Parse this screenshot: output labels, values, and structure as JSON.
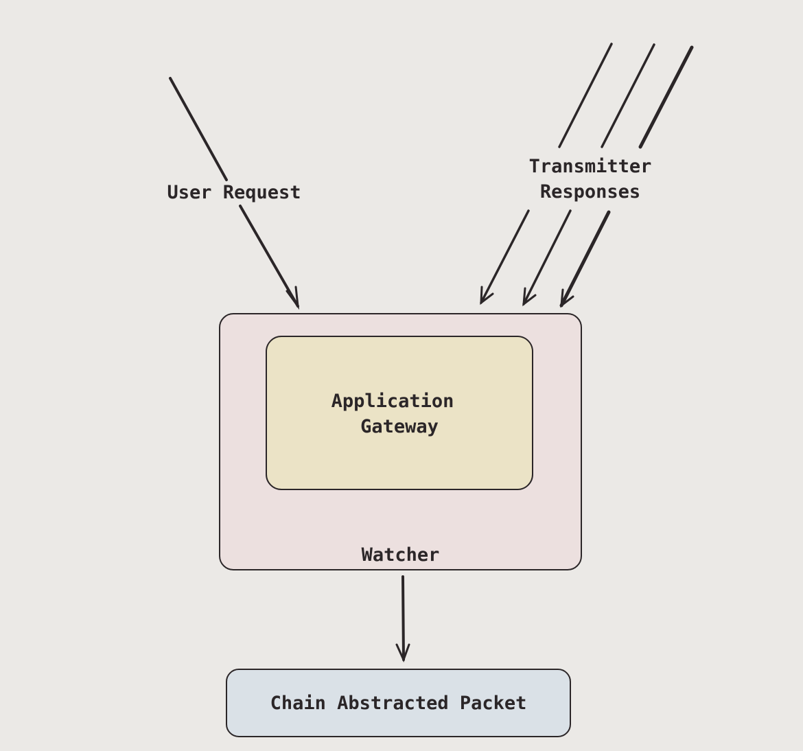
{
  "labels": {
    "user_request": "User Request",
    "transmitter_line1": "Transmitter",
    "transmitter_line2": "Responses",
    "watcher": "Watcher",
    "gateway_line1": "Application",
    "gateway_line2": "Gateway",
    "packet": "Chain Abstracted Packet"
  },
  "colors": {
    "background": "#ebe9e6",
    "watcher_fill": "#ece0df",
    "gateway_fill": "#ebe3c6",
    "packet_fill": "#dae1e7",
    "stroke": "#2b2628"
  }
}
